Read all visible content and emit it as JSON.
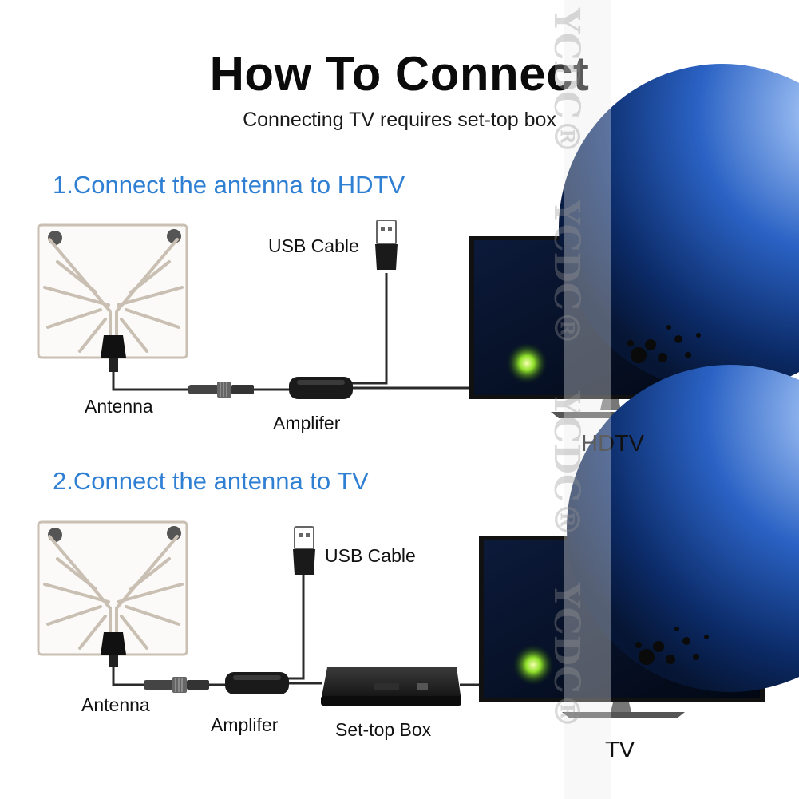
{
  "header": {
    "title": "How To Connect",
    "subtitle": "Connecting TV requires set-top box"
  },
  "section1": {
    "heading": "1.Connect the antenna to HDTV",
    "antenna_label": "Antenna",
    "amplifier_label": "Amplifer",
    "usb_label": "USB Cable",
    "tv_label": "HDTV"
  },
  "section2": {
    "heading": "2.Connect the antenna to TV",
    "antenna_label": "Antenna",
    "amplifier_label": "Amplifer",
    "usb_label": "USB Cable",
    "settop_label": "Set-top Box",
    "tv_label": "TV"
  },
  "watermark": {
    "text": "YCDC®"
  },
  "colors": {
    "heading_blue": "#2f7fd3",
    "antenna_frame": "#c9bfb2",
    "cable": "#2a2a2a",
    "screen_space": "#04112b"
  }
}
